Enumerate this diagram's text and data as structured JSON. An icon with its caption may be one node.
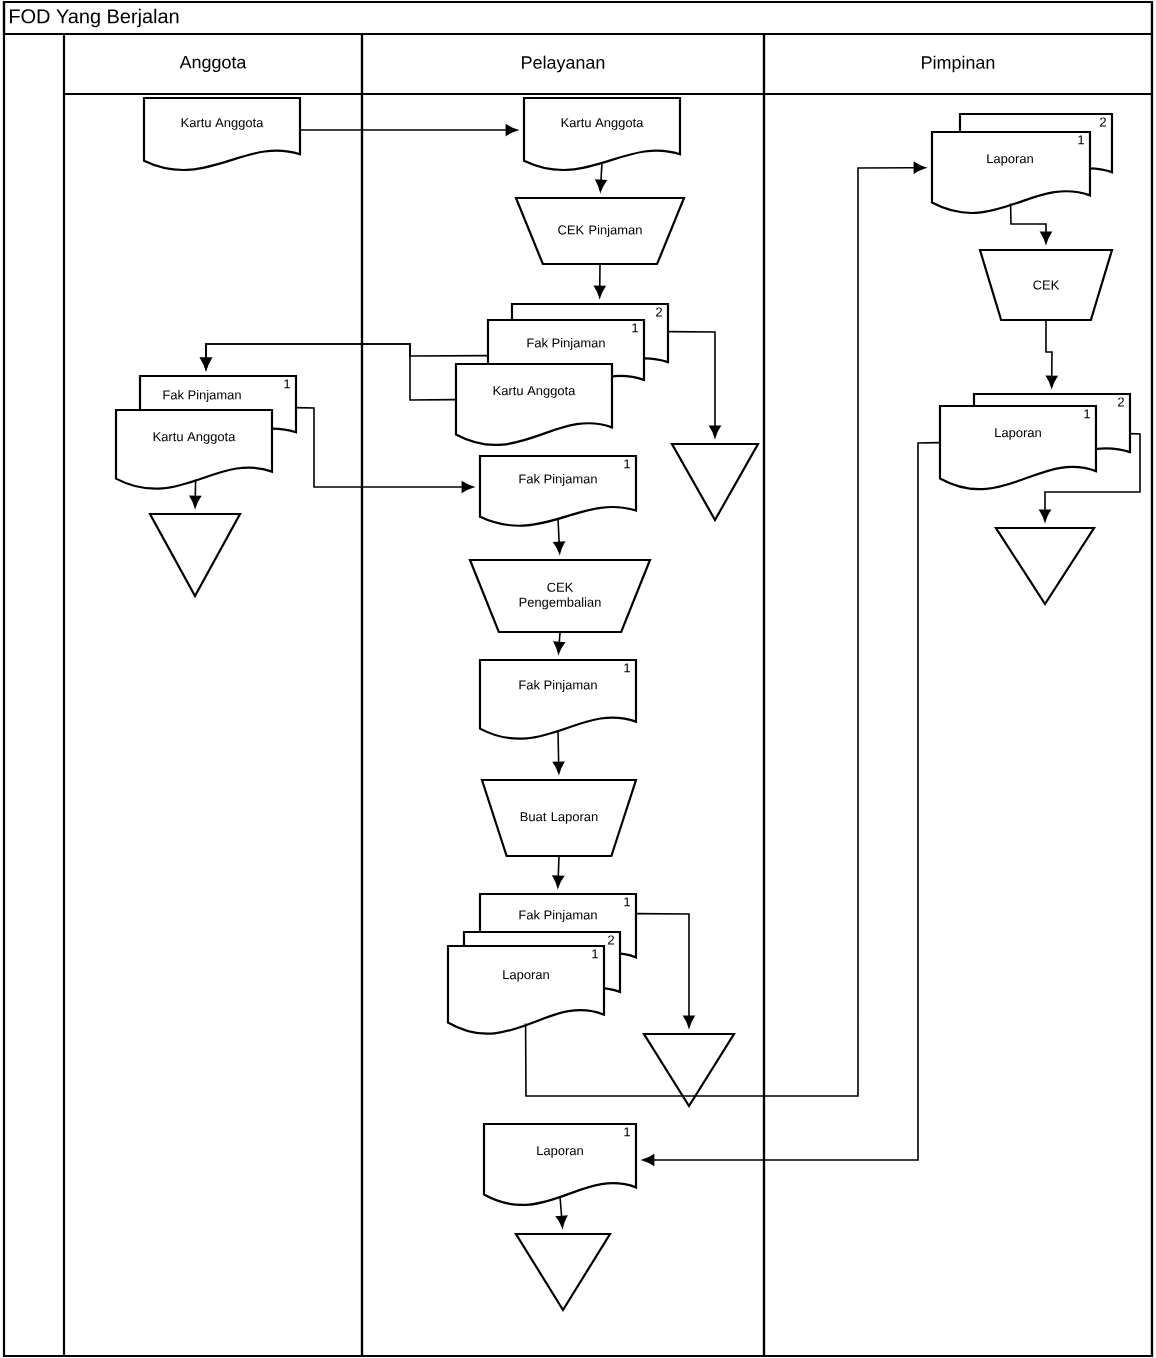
{
  "diagram": {
    "title": "FOD Yang Berjalan",
    "nodes": [
      {
        "text": [
          "Anggota"
        ]
      },
      {
        "text": [
          "Pelayanan"
        ]
      },
      {
        "text": [
          "Pimpinan"
        ]
      },
      {
        "text": [
          "Kartu Anggota"
        ],
        "in": 0
      },
      {
        "text": [
          "Kartu Anggota"
        ],
        "in": 1
      },
      {
        "text": [
          "CEK Pinjaman"
        ],
        "in": 1
      },
      {
        "text": [
          "2",
          "Fak Pinjaman",
          "1",
          "Kartu Anggota"
        ],
        "in": 1
      },
      {
        "text": [],
        "shape": "triangle",
        "in": 1
      },
      {
        "text": [
          "Fak Pinjaman",
          "1",
          "Kartu Anggota"
        ],
        "in": 0
      },
      {
        "text": [],
        "shape": "triangle",
        "in": 0
      },
      {
        "text": [
          "Fak Pinjaman",
          "1"
        ],
        "in": 1
      },
      {
        "text": [
          "CEK Pengembalian"
        ],
        "in": 1
      },
      {
        "text": [
          "Fak Pinjaman",
          "1"
        ],
        "in": 1
      },
      {
        "text": [
          "Buat Laporan"
        ],
        "in": 1
      },
      {
        "text": [
          "Fak Pinjaman",
          "1",
          "2",
          "Laporan",
          "1"
        ],
        "in": 1
      },
      {
        "text": [],
        "shape": "triangle",
        "in": 1
      },
      {
        "text": [
          "Laporan",
          "1"
        ],
        "in": 1
      },
      {
        "text": [],
        "shape": "triangle",
        "in": 1
      },
      {
        "text": [
          "2",
          "Laporan",
          "1"
        ],
        "in": 2
      },
      {
        "text": [
          "CEK"
        ],
        "in": 2
      },
      {
        "text": [
          "2",
          "Laporan",
          "1"
        ],
        "in": 2
      },
      {
        "text": [],
        "shape": "triangle",
        "in": 2
      }
    ],
    "edges": [
      {
        "from": 3,
        "to": 4,
        "arrow": "to"
      },
      {
        "from": 4,
        "to": 5,
        "arrow": "to"
      },
      {
        "from": 5,
        "to": 6,
        "arrow": "to"
      },
      {
        "from": 6,
        "to": 7,
        "arrow": "to"
      },
      {
        "from": 6,
        "to": 8,
        "arrow": "to"
      },
      {
        "from": 6,
        "to": 8,
        "arrow": "to"
      },
      {
        "from": 8,
        "to": 10,
        "arrow": "to"
      },
      {
        "from": 8,
        "to": 9,
        "arrow": "to"
      },
      {
        "from": 10,
        "to": 11,
        "arrow": "to"
      },
      {
        "from": 11,
        "to": 12,
        "arrow": "to"
      },
      {
        "from": 12,
        "to": 13,
        "arrow": "to"
      },
      {
        "from": 13,
        "to": 14,
        "arrow": "to"
      },
      {
        "from": 14,
        "to": 15,
        "arrow": "to"
      },
      {
        "from": 14,
        "to": 18,
        "arrow": "to"
      },
      {
        "from": 18,
        "to": 19,
        "arrow": "to"
      },
      {
        "from": 19,
        "to": 20,
        "arrow": "to"
      },
      {
        "from": 20,
        "to": 21,
        "arrow": "to"
      },
      {
        "from": 20,
        "to": 16,
        "arrow": "to"
      },
      {
        "from": 16,
        "to": 17,
        "arrow": "to"
      }
    ]
  }
}
